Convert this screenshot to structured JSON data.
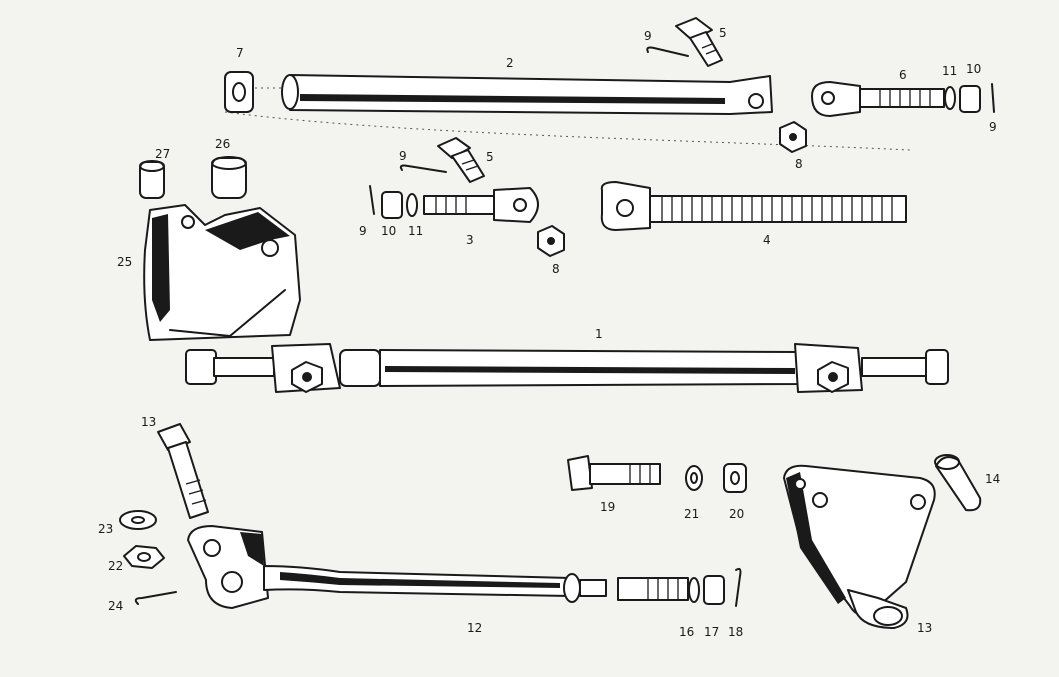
{
  "diagram": {
    "callouts": [
      "1",
      "2",
      "3",
      "4",
      "5",
      "5",
      "6",
      "7",
      "8",
      "8",
      "9",
      "9",
      "9",
      "9",
      "10",
      "10",
      "11",
      "11",
      "12",
      "13",
      "13",
      "14",
      "16",
      "17",
      "18",
      "19",
      "20",
      "21",
      "22",
      "23",
      "24",
      "25",
      "26",
      "27"
    ]
  },
  "colors": {
    "ink": "#1a1a1a",
    "paper": "#f3f3ef"
  }
}
